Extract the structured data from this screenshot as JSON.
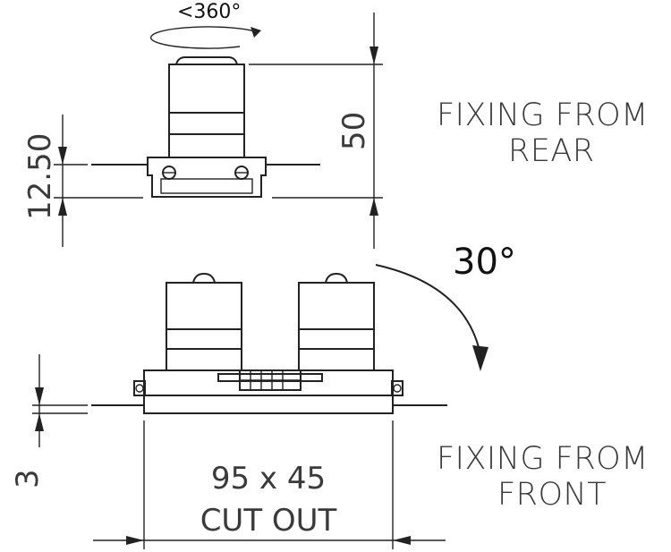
{
  "rotation_label": "<360°",
  "tilt_label": "30°",
  "rear_height_label": "50",
  "rear_depth_label": "12.50",
  "front_depth_label": "3",
  "cutout_size_label": "95 x 45",
  "cutout_label": "CUT OUT",
  "fixing_rear_line1": "FIXING FROM",
  "fixing_rear_line2": "REAR",
  "fixing_front_line1": "FIXING FROM",
  "fixing_front_line2": "FRONT"
}
